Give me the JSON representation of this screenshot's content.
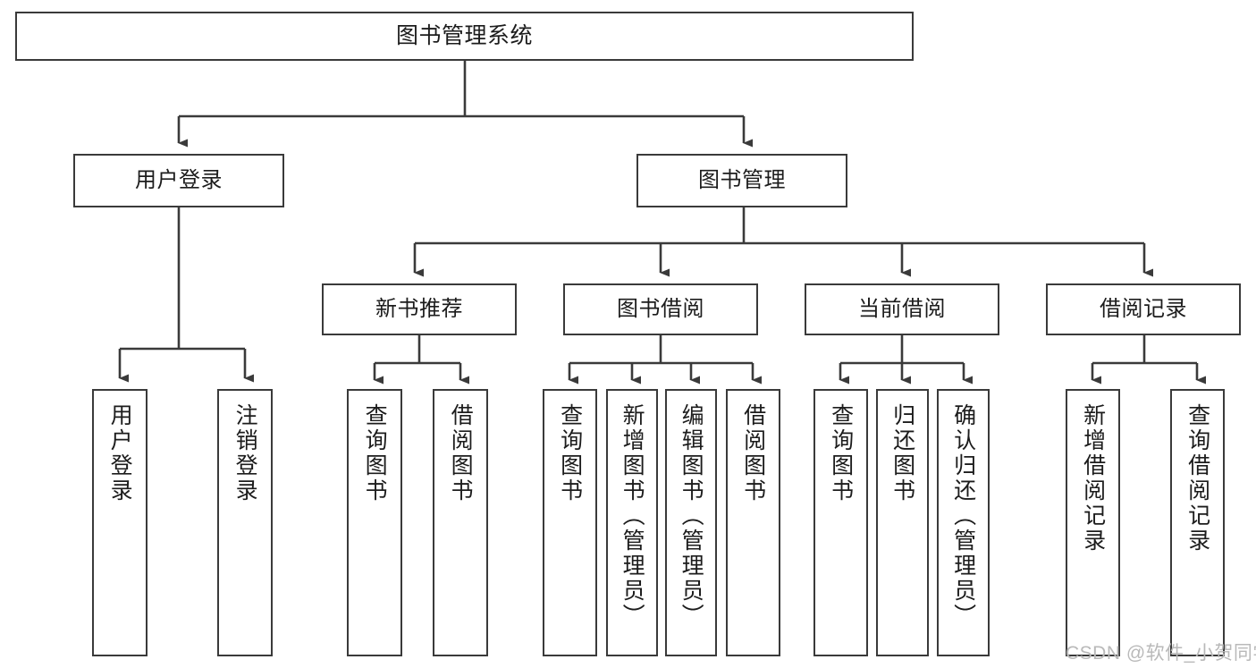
{
  "diagram": {
    "title": "图书管理系统",
    "type": "tree",
    "orientation": "top-down",
    "colors": {
      "box_border": "#3a3a3a",
      "box_fill": "#ffffff",
      "edge": "#3a3a3a",
      "text": "#1c1c1c",
      "watermark": "#b9b9b9",
      "background": "#ffffff"
    },
    "nodes": {
      "root": {
        "label": "图书管理系统"
      },
      "level2": [
        {
          "id": "user-login",
          "label": "用户登录"
        },
        {
          "id": "book-management",
          "label": "图书管理"
        }
      ],
      "level3": [
        {
          "id": "new-book-recommend",
          "label": "新书推荐"
        },
        {
          "id": "book-borrow",
          "label": "图书借阅"
        },
        {
          "id": "current-borrow",
          "label": "当前借阅"
        },
        {
          "id": "borrow-record",
          "label": "借阅记录"
        }
      ],
      "leaves": {
        "user-login": [
          {
            "id": "leaf-user-login",
            "label": "用户登录"
          },
          {
            "id": "leaf-logout-login",
            "label": "注销登录"
          }
        ],
        "new-book-recommend": [
          {
            "id": "leaf-query-book-1",
            "label": "查询图书"
          },
          {
            "id": "leaf-borrow-book-1",
            "label": "借阅图书"
          }
        ],
        "book-borrow": [
          {
            "id": "leaf-query-book-2",
            "label": "查询图书"
          },
          {
            "id": "leaf-add-book",
            "label": "新增图书（管理员）"
          },
          {
            "id": "leaf-edit-book",
            "label": "编辑图书（管理员）"
          },
          {
            "id": "leaf-borrow-book-2",
            "label": "借阅图书"
          }
        ],
        "current-borrow": [
          {
            "id": "leaf-query-book-3",
            "label": "查询图书"
          },
          {
            "id": "leaf-return-book",
            "label": "归还图书"
          },
          {
            "id": "leaf-confirm-return",
            "label": "确认归还（管理员）"
          }
        ],
        "borrow-record": [
          {
            "id": "leaf-add-record",
            "label": "新增借阅记录"
          },
          {
            "id": "leaf-query-record",
            "label": "查询借阅记录"
          }
        ]
      }
    },
    "edges": [
      {
        "from": "图书管理系统",
        "to": "用户登录"
      },
      {
        "from": "图书管理系统",
        "to": "图书管理"
      },
      {
        "from": "用户登录",
        "to": "用户登录"
      },
      {
        "from": "用户登录",
        "to": "注销登录"
      },
      {
        "from": "图书管理",
        "to": "新书推荐"
      },
      {
        "from": "图书管理",
        "to": "图书借阅"
      },
      {
        "from": "图书管理",
        "to": "当前借阅"
      },
      {
        "from": "图书管理",
        "to": "借阅记录"
      },
      {
        "from": "新书推荐",
        "to": "查询图书"
      },
      {
        "from": "新书推荐",
        "to": "借阅图书"
      },
      {
        "from": "图书借阅",
        "to": "查询图书"
      },
      {
        "from": "图书借阅",
        "to": "新增图书（管理员）"
      },
      {
        "from": "图书借阅",
        "to": "编辑图书（管理员）"
      },
      {
        "from": "图书借阅",
        "to": "借阅图书"
      },
      {
        "from": "当前借阅",
        "to": "查询图书"
      },
      {
        "from": "当前借阅",
        "to": "归还图书"
      },
      {
        "from": "当前借阅",
        "to": "确认归还（管理员）"
      },
      {
        "from": "借阅记录",
        "to": "新增借阅记录"
      },
      {
        "from": "借阅记录",
        "to": "查询借阅记录"
      }
    ]
  },
  "watermark": {
    "text": "CSDN @软件_小贺同学"
  }
}
